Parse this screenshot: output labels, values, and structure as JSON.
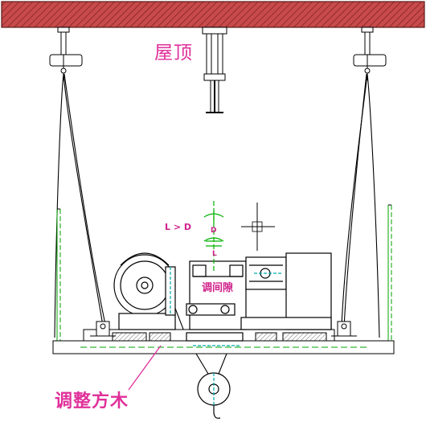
{
  "labels": {
    "roof": "屋顶",
    "adjust_beam": "调间隙",
    "adjust_timber": "调整方木",
    "l_gt_d": "L > D",
    "d": "D",
    "l": "L"
  },
  "colors": {
    "roof": "#c84a4a",
    "annotation": "#e0309a",
    "rope": "#000000",
    "dimension": "#00b000",
    "centerline": "#00aaaa"
  }
}
